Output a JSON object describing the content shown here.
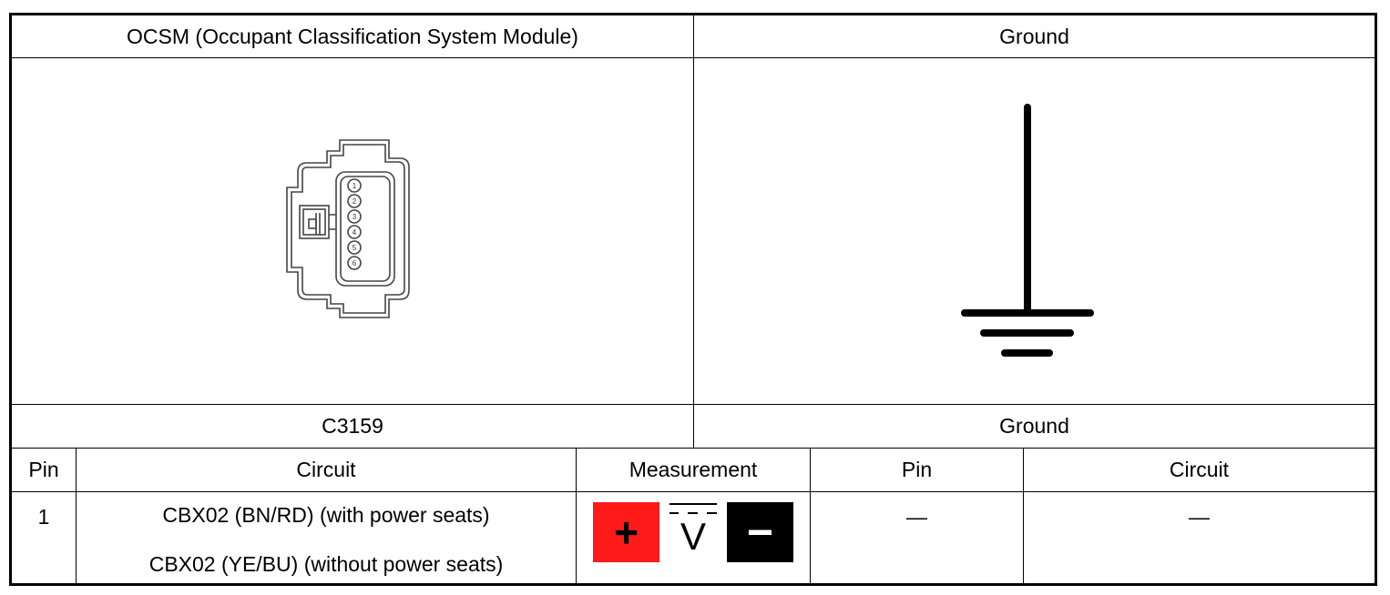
{
  "header": {
    "left_title": "OCSM (Occupant Classification System Module)",
    "right_title": "Ground"
  },
  "connector": {
    "icon": "connector-6pin-icon",
    "pins": [
      "1",
      "2",
      "3",
      "4",
      "5",
      "6"
    ]
  },
  "ground_symbol": {
    "icon": "ground-symbol-icon"
  },
  "labels": {
    "left_connector": "C3159",
    "right_connector": "Ground"
  },
  "table": {
    "headers": [
      "Pin",
      "Circuit",
      "Measurement",
      "Pin",
      "Circuit"
    ],
    "rows": [
      {
        "pin": "1",
        "circuit_lines": [
          "CBX02 (BN/RD) (with power seats)",
          "CBX02 (YE/BU) (without power seats)"
        ],
        "measurement": {
          "positive_icon": "plus-icon",
          "positive_symbol": "+",
          "meter_icon": "dc-voltage-icon",
          "meter_symbol": "V",
          "negative_icon": "minus-icon",
          "negative_symbol": "−",
          "positive_color": "#ff1a1a",
          "negative_color": "#000000"
        },
        "ground_pin": "—",
        "ground_circuit": "—"
      }
    ]
  }
}
